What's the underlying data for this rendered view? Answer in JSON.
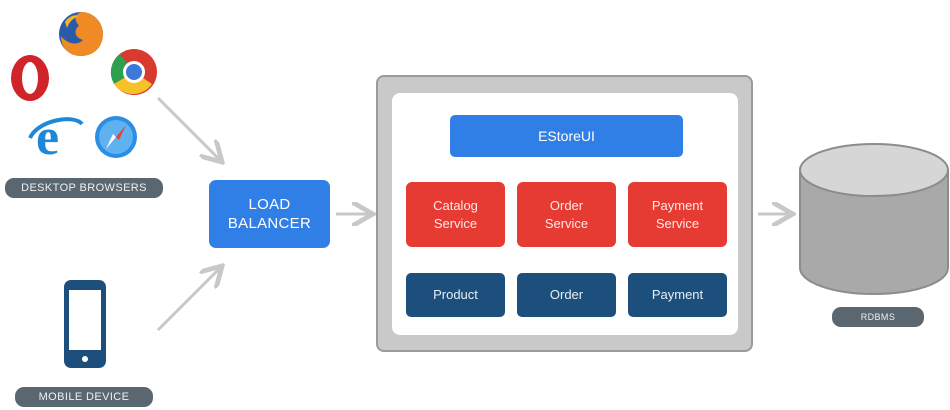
{
  "clients": {
    "desktop_label": "DESKTOP BROWSERS",
    "mobile_label": "MOBILE DEVICE"
  },
  "load_balancer": {
    "line1": "LOAD",
    "line2": "BALANCER"
  },
  "app": {
    "title": "EStoreUI",
    "services": [
      {
        "line1": "Catalog",
        "line2": "Service"
      },
      {
        "line1": "Order",
        "line2": "Service"
      },
      {
        "line1": "Payment",
        "line2": "Service"
      }
    ],
    "datastores": [
      {
        "label": "Product"
      },
      {
        "label": "Order"
      },
      {
        "label": "Payment"
      }
    ]
  },
  "database": {
    "label": "RDBMS"
  },
  "colors": {
    "load_balancer": "#2f7fe6",
    "service": "#e53b32",
    "datastore": "#1d4f7c",
    "arrow": "#c8c8c8"
  }
}
